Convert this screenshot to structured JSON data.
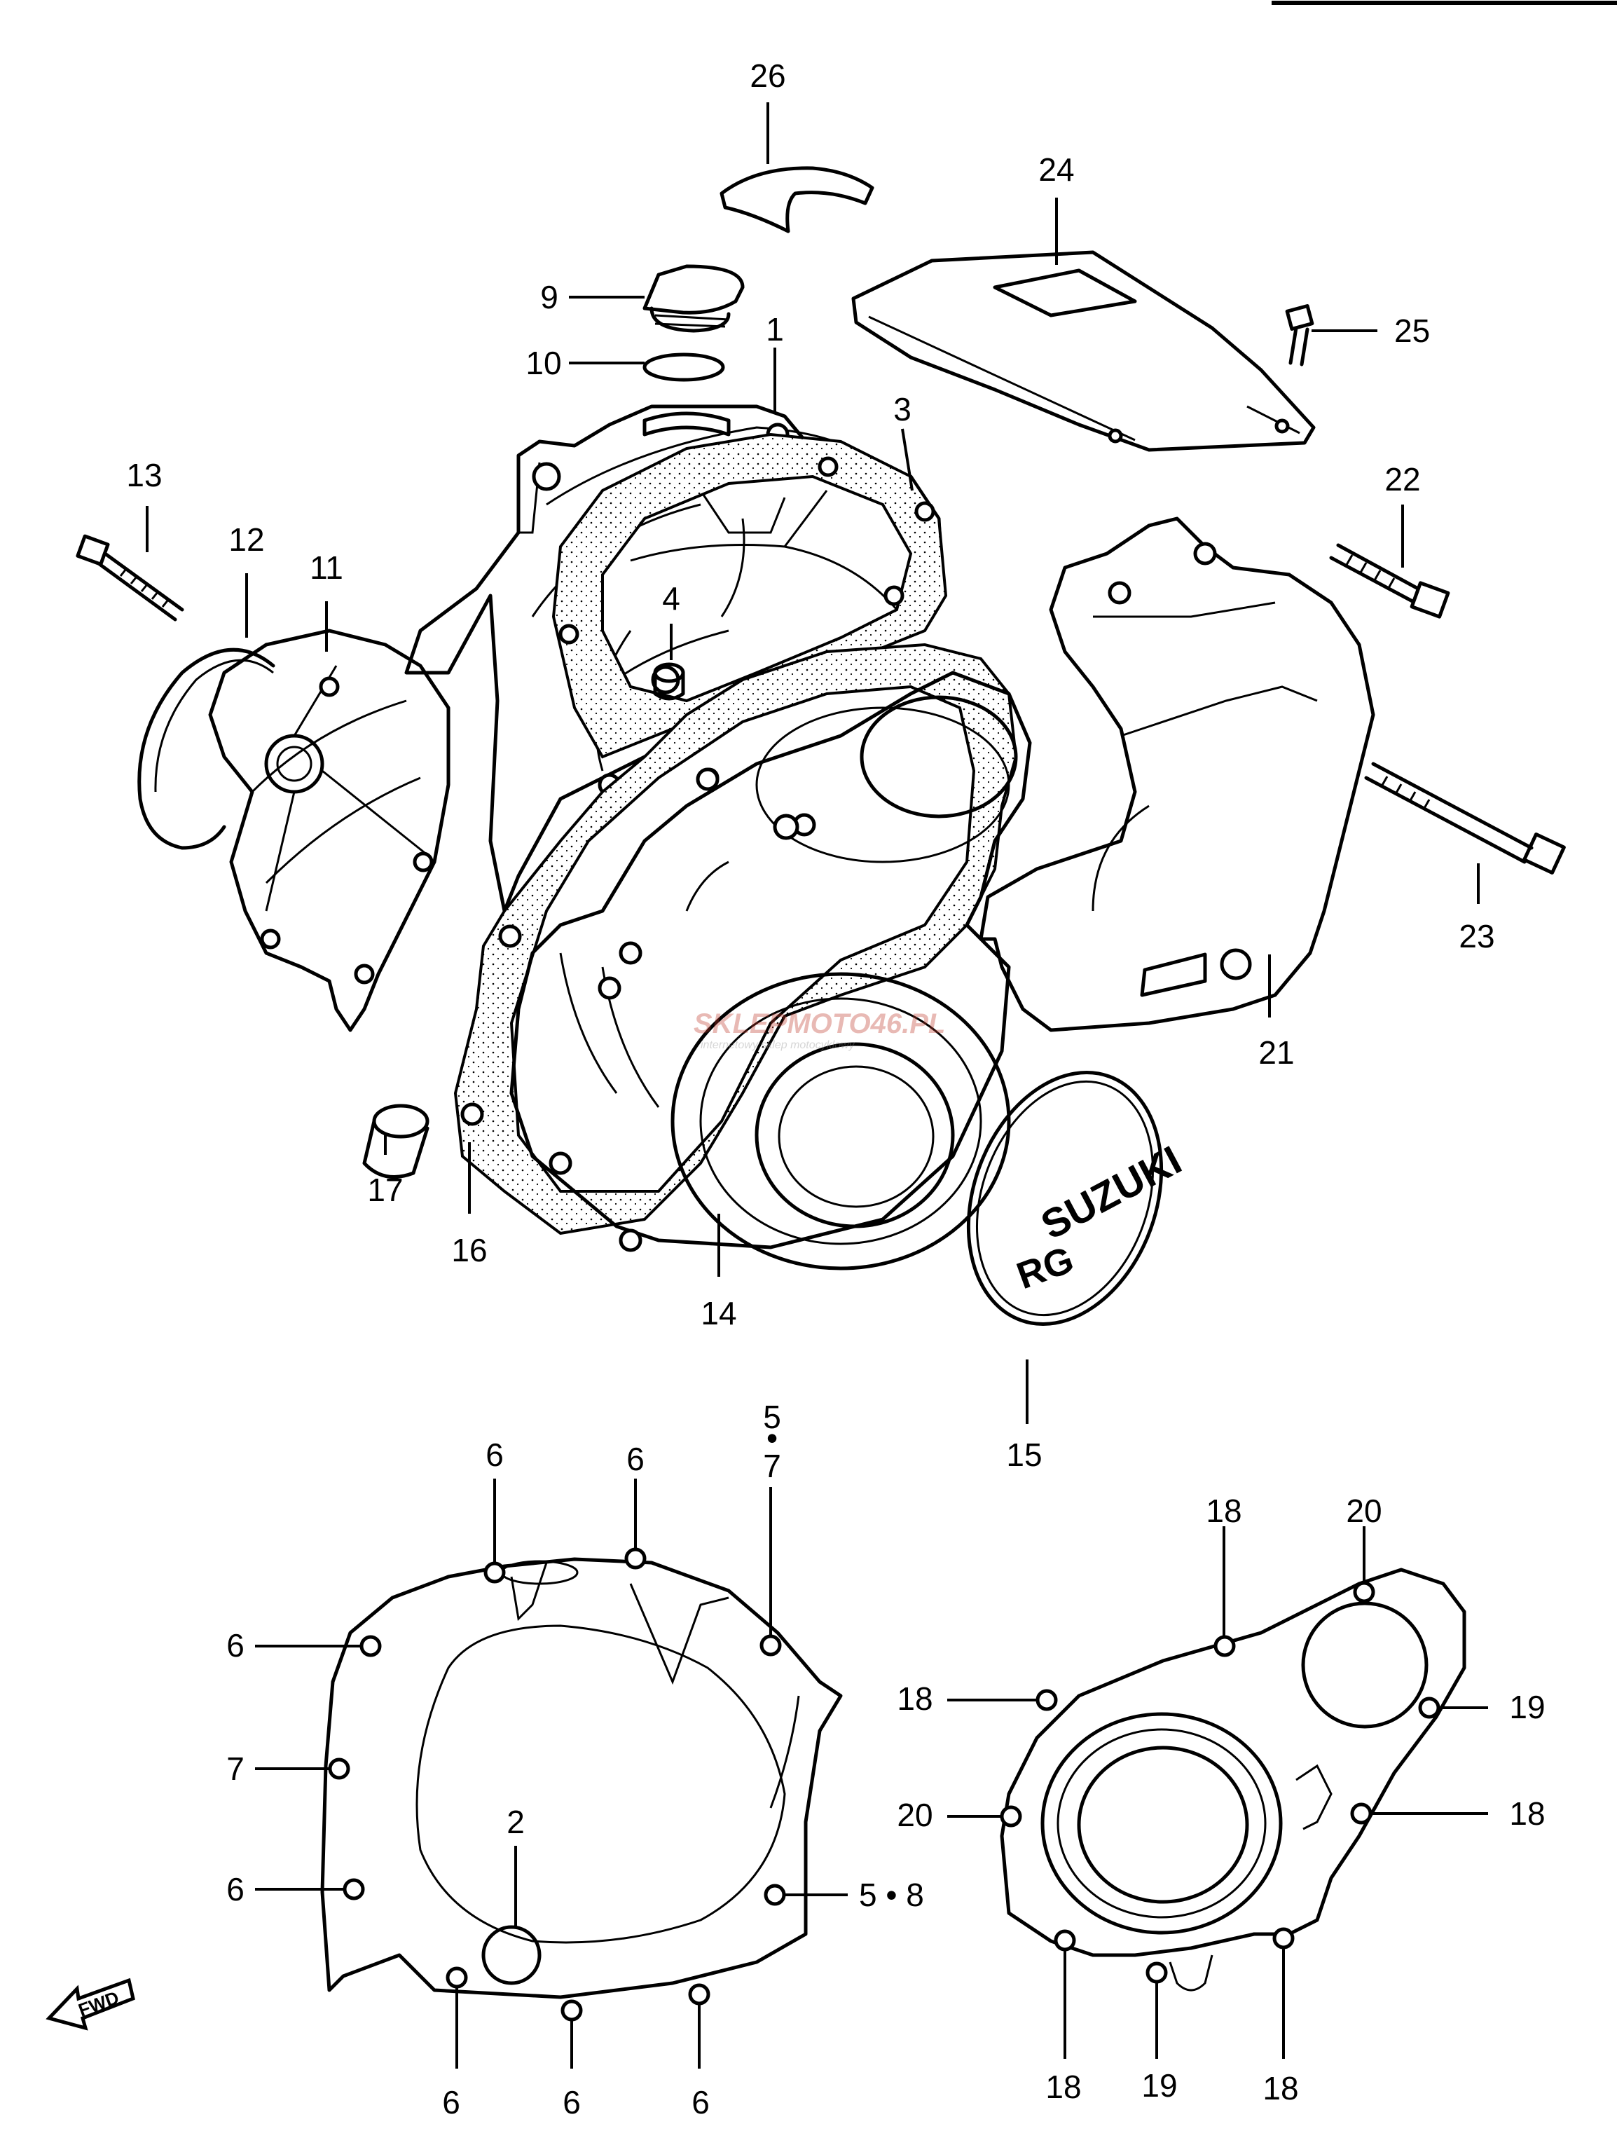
{
  "labels": {
    "l1": "1",
    "l2": "2",
    "l3": "3",
    "l4": "4",
    "l5a": "5",
    "l5dot": "•",
    "l7a": "7",
    "l6a": "6",
    "l6b": "6",
    "l6c": "6",
    "l6d": "6",
    "l6e": "6",
    "l6f": "6",
    "l6g": "6",
    "l7b": "7",
    "l58": "5 • 8",
    "l9": "9",
    "l10": "10",
    "l11": "11",
    "l12": "12",
    "l13": "13",
    "l14": "14",
    "l15": "15",
    "l16": "16",
    "l17": "17",
    "l18a": "18",
    "l18b": "18",
    "l18c": "18",
    "l18d": "18",
    "l18e": "18",
    "l19a": "19",
    "l19b": "19",
    "l20a": "20",
    "l20b": "20",
    "l21": "21",
    "l22": "22",
    "l23": "23",
    "l24": "24",
    "l25": "25",
    "l26": "26"
  },
  "emblem": {
    "brand": "SUZUKI",
    "model": "RG"
  },
  "watermark": {
    "name": "SKLEPMOTO46.PL",
    "tagline": "internetowy sklep motocyklowy"
  },
  "fwd_label": "FWD"
}
